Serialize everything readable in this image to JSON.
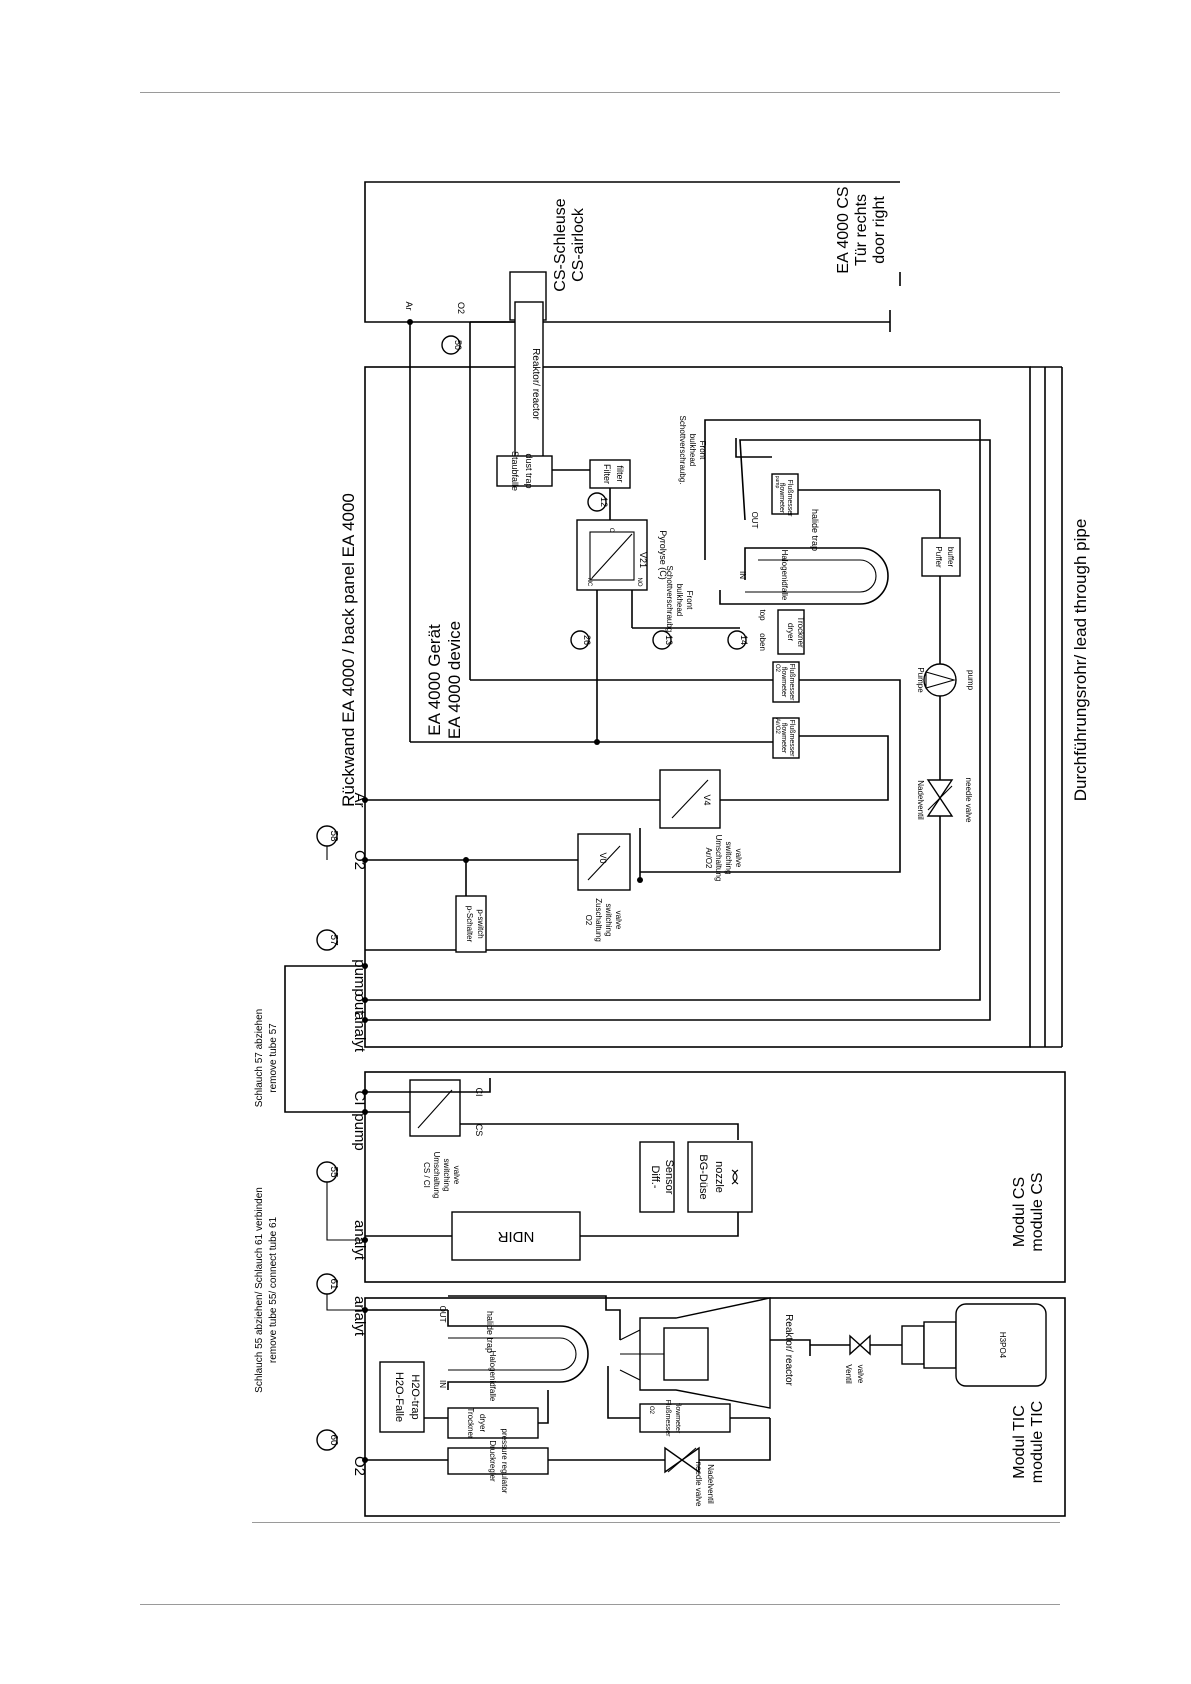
{
  "header": {
    "rule": true
  },
  "footer": {
    "rule": true
  },
  "diagram": {
    "big_titles": {
      "back_panel": "Rückwand EA 4000 / back panel EA 4000",
      "lead_through": "Durchführungsrohr/ lead through pipe",
      "device_de": "EA 4000 Gerät",
      "device_en": "EA 4000 device",
      "door_l1": "EA 4000 CS",
      "door_l2": "Tür rechts",
      "door_l3": "door right",
      "airlock_l1": "CS-Schleuse",
      "airlock_l2": "CS-airlock",
      "module_cs_l1": "Modul CS",
      "module_cs_l2": "module CS",
      "module_tic_l1": "Modul TIC",
      "module_tic_l2": "module TIC"
    },
    "ports": {
      "o2": "O2",
      "ar": "Ar",
      "pump": "pump",
      "out": "out",
      "analyt": "analyt",
      "ci": "CI",
      "n58": "58",
      "n57": "57",
      "n55": "55",
      "n61": "61",
      "n60": "60",
      "n50": "50",
      "n12": "12",
      "n26": "26",
      "n13": "13",
      "n14": "14"
    },
    "notes": {
      "tube57_l1": "Schlauch 57 abziehen",
      "tube57_l2": "remove tube 57",
      "tube55_l1": "Schlauch 55 abziehen/ Schlauch 61 verbinden",
      "tube55_l2": "remove tube 55/ connect tube 61"
    },
    "components": {
      "reactor": "Reaktor/ reactor",
      "dust_l1": "Staubfalle",
      "dust_l2": "dust trap",
      "filter_l1": "Filter",
      "filter_l2": "filter",
      "bulkhead_l1": "Schottverschraubg.",
      "bulkhead_l2": "bulkhead",
      "bulkhead_l3": "Front",
      "pyro": "Pyrolyse (C)",
      "v21": "V21",
      "halide_de": "Halogenidfalle",
      "halide_en": "halide trap",
      "dryer_de": "Trockner",
      "dryer_en": "dryer",
      "in": "IN",
      "outp": "OUT",
      "oben": "oben",
      "top": "top",
      "fm_de": "Flußmesser",
      "fm_en": "flowmeter",
      "fm_pump": "pump",
      "fm_o2": "O2",
      "fm_aro2": "Ar/O2",
      "buffer_de": "Puffer",
      "buffer_en": "buffer",
      "pump_de": "Pumpe",
      "pump_en": "pump",
      "needle_de": "Nadelventil",
      "needle_en": "needle valve",
      "v4": "V4",
      "v0": "V0",
      "sw_aro2_l1": "Ar/O2",
      "sw_aro2_l2": "Umschaltung",
      "sw_aro2_l3": "switching",
      "sw_aro2_l4": "valve",
      "pswitch_l1": "p-Schalter",
      "pswitch_l2": "p-switch",
      "o2add_l1": "O2",
      "o2add_l2": "Zuschaltung",
      "o2add_l3": "switching",
      "o2add_l4": "valve",
      "cs_ci_l1": "CS / CI",
      "cs_ci_l2": "Umschaltung",
      "cs_ci_l3": "switching",
      "cs_ci_l4": "valve",
      "cs": "CS",
      "ci_small": "CI",
      "ndir": "NDIR",
      "diff_l1": "Diff.-",
      "diff_l2": "Sensor",
      "bg_l1": "BG-Düse",
      "bg_l2": "nozzle",
      "h2o_l1": "H2O-Falle",
      "h2o_l2": "H2O-trap",
      "pressure_de": "Druckregler",
      "pressure_en": "pressure regulator",
      "tic_reactor": "Reaktor/ reactor",
      "valve_de": "Ventil",
      "valve_en": "valve",
      "h3po4": "H3PO4",
      "no": "NO",
      "nc": "NC",
      "c": "C"
    }
  }
}
